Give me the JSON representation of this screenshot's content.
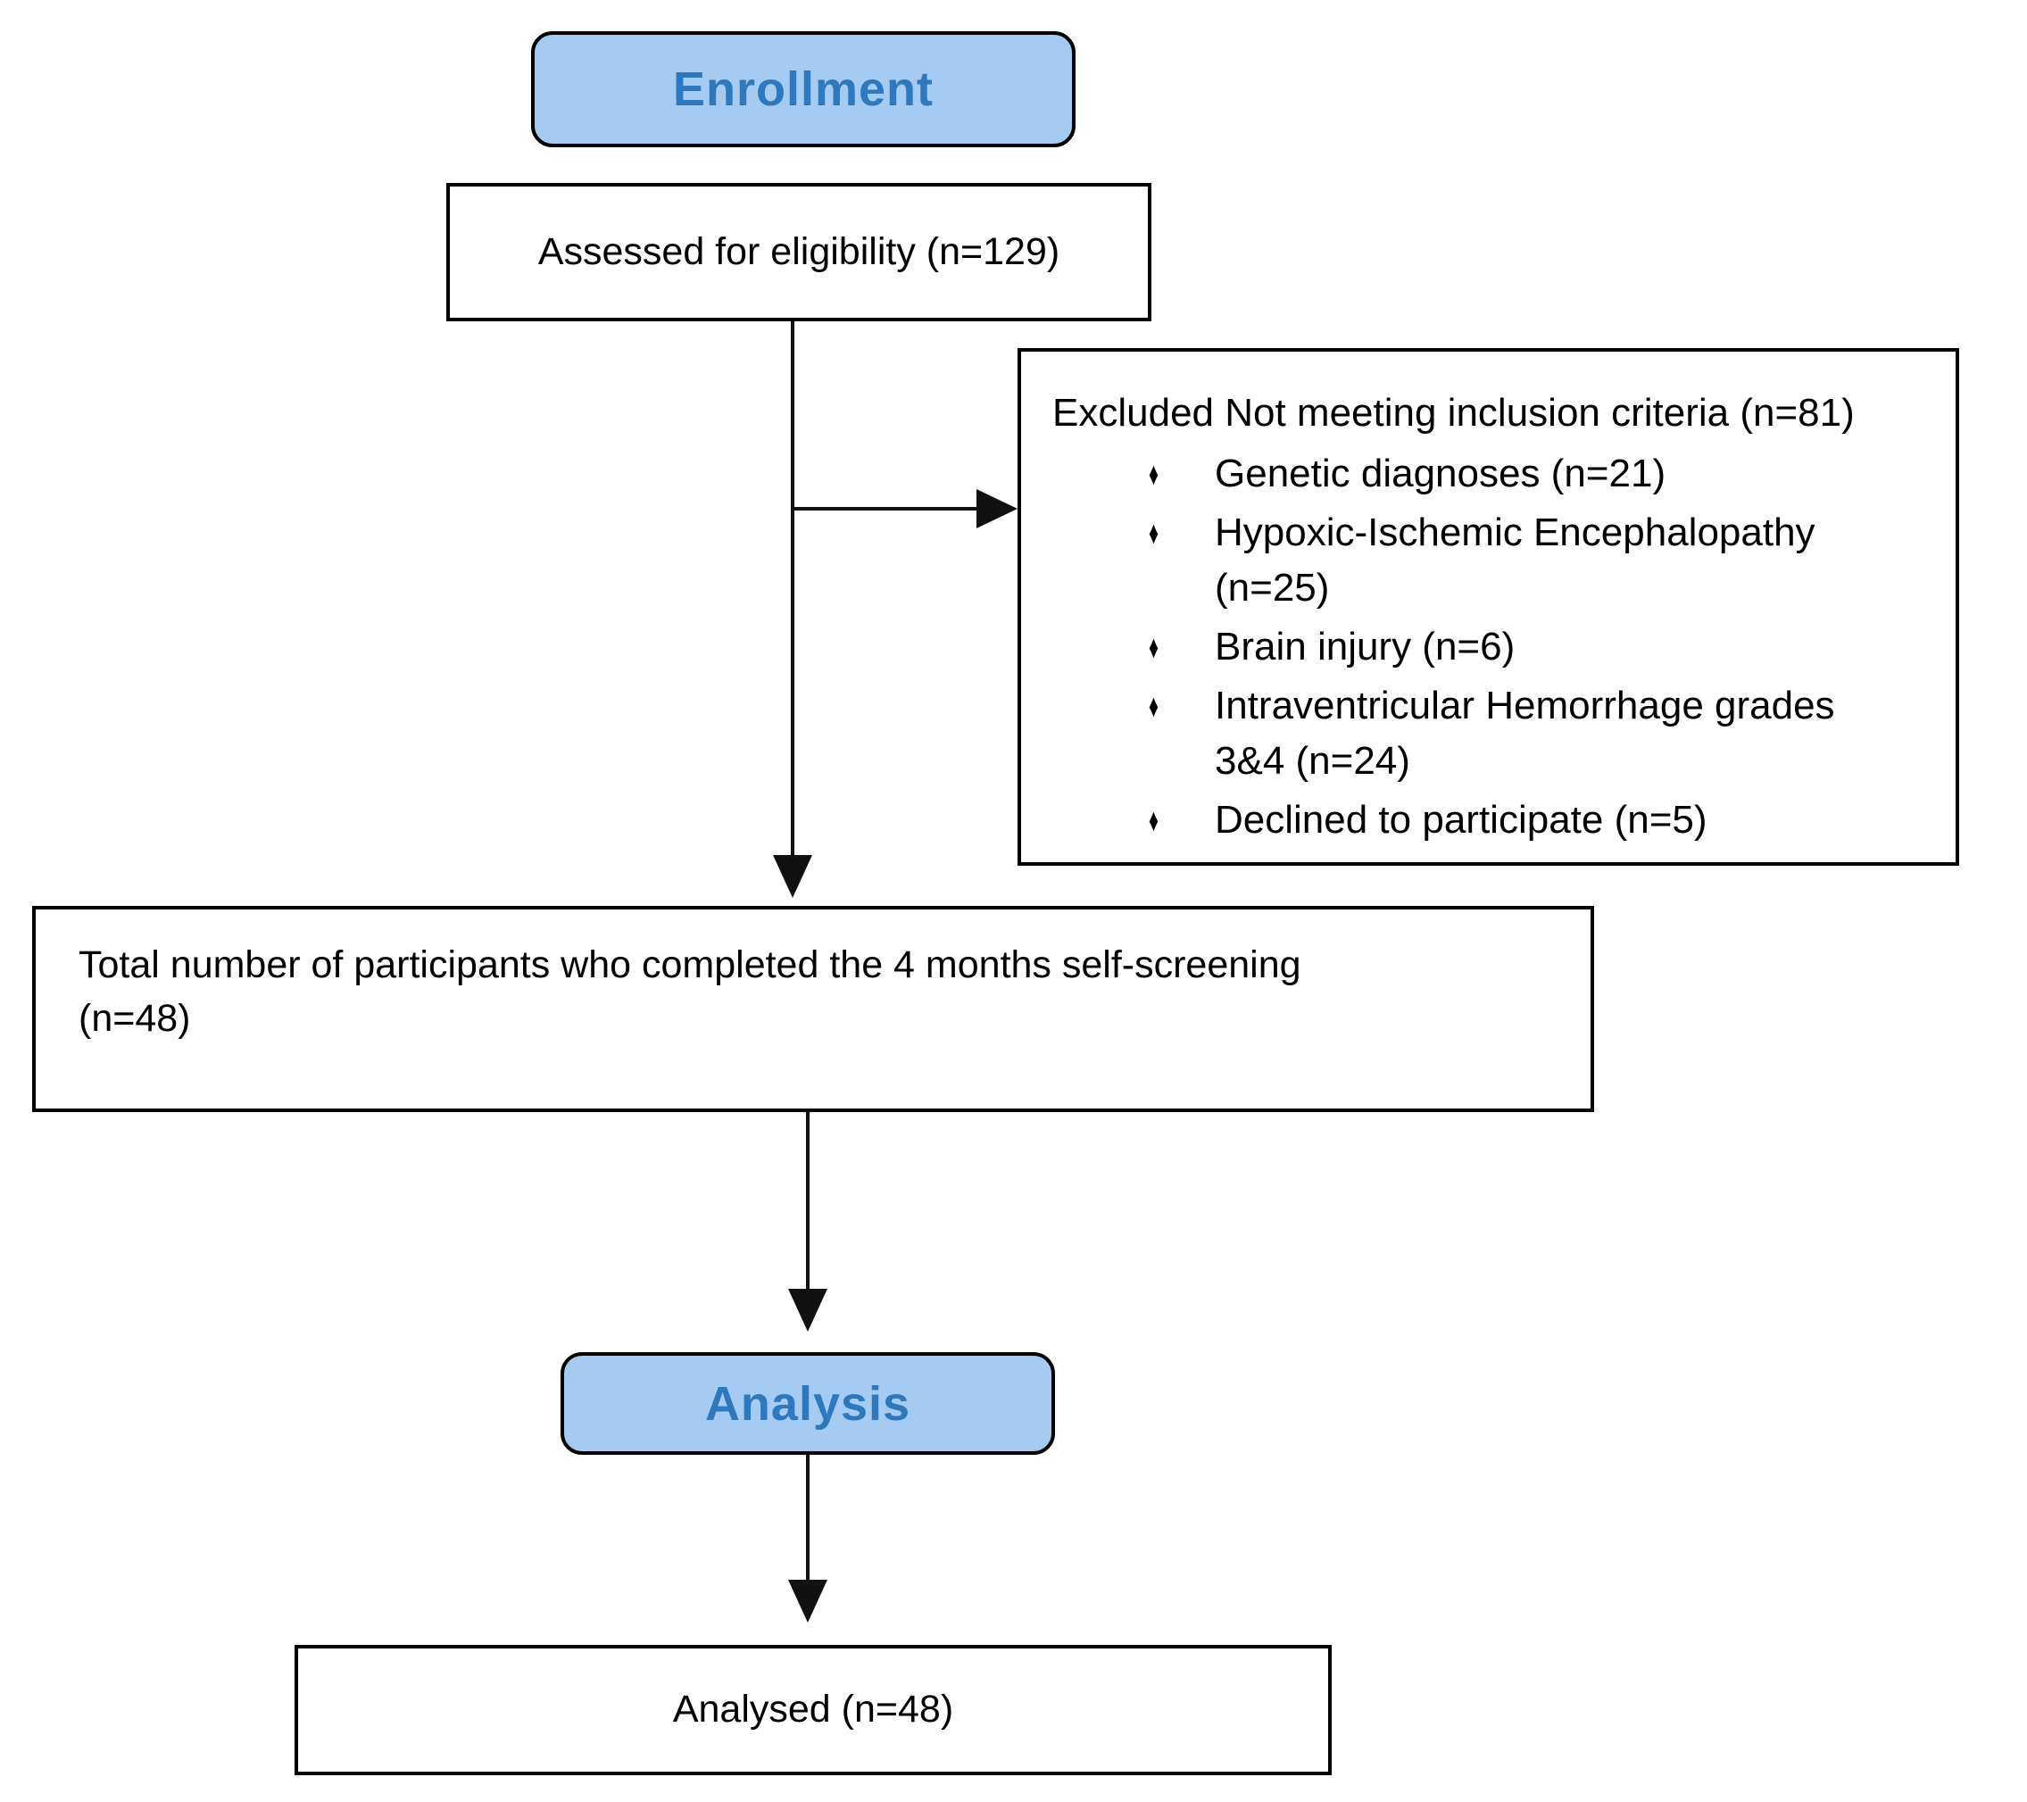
{
  "sections": {
    "enrollment": "Enrollment",
    "analysis": "Analysis"
  },
  "boxes": {
    "assessed": {
      "text": "Assessed for eligibility (n=129)"
    },
    "excluded": {
      "heading": "Excluded Not meeting inclusion criteria (n=81)",
      "items": [
        [
          "Genetic diagnoses (n=21)"
        ],
        [
          "Hypoxic-Ischemic Encephalopathy",
          "(n=25)"
        ],
        [
          "Brain injury (n=6)"
        ],
        [
          "Intraventricular Hemorrhage grades",
          "3&4 (n=24)"
        ],
        [
          "Declined to participate (n=5)"
        ]
      ]
    },
    "total": {
      "lines": [
        "Total number of participants who completed the 4 months self-screening",
        "(n=48)"
      ]
    },
    "analysed": {
      "text": "Analysed (n=48)"
    }
  },
  "bullet_glyph": "♦",
  "colors": {
    "section_fill": "#a5cbf3",
    "section_label": "#2e78be",
    "box_border": "#000000",
    "connector": "#111111",
    "background": "#ffffff"
  }
}
